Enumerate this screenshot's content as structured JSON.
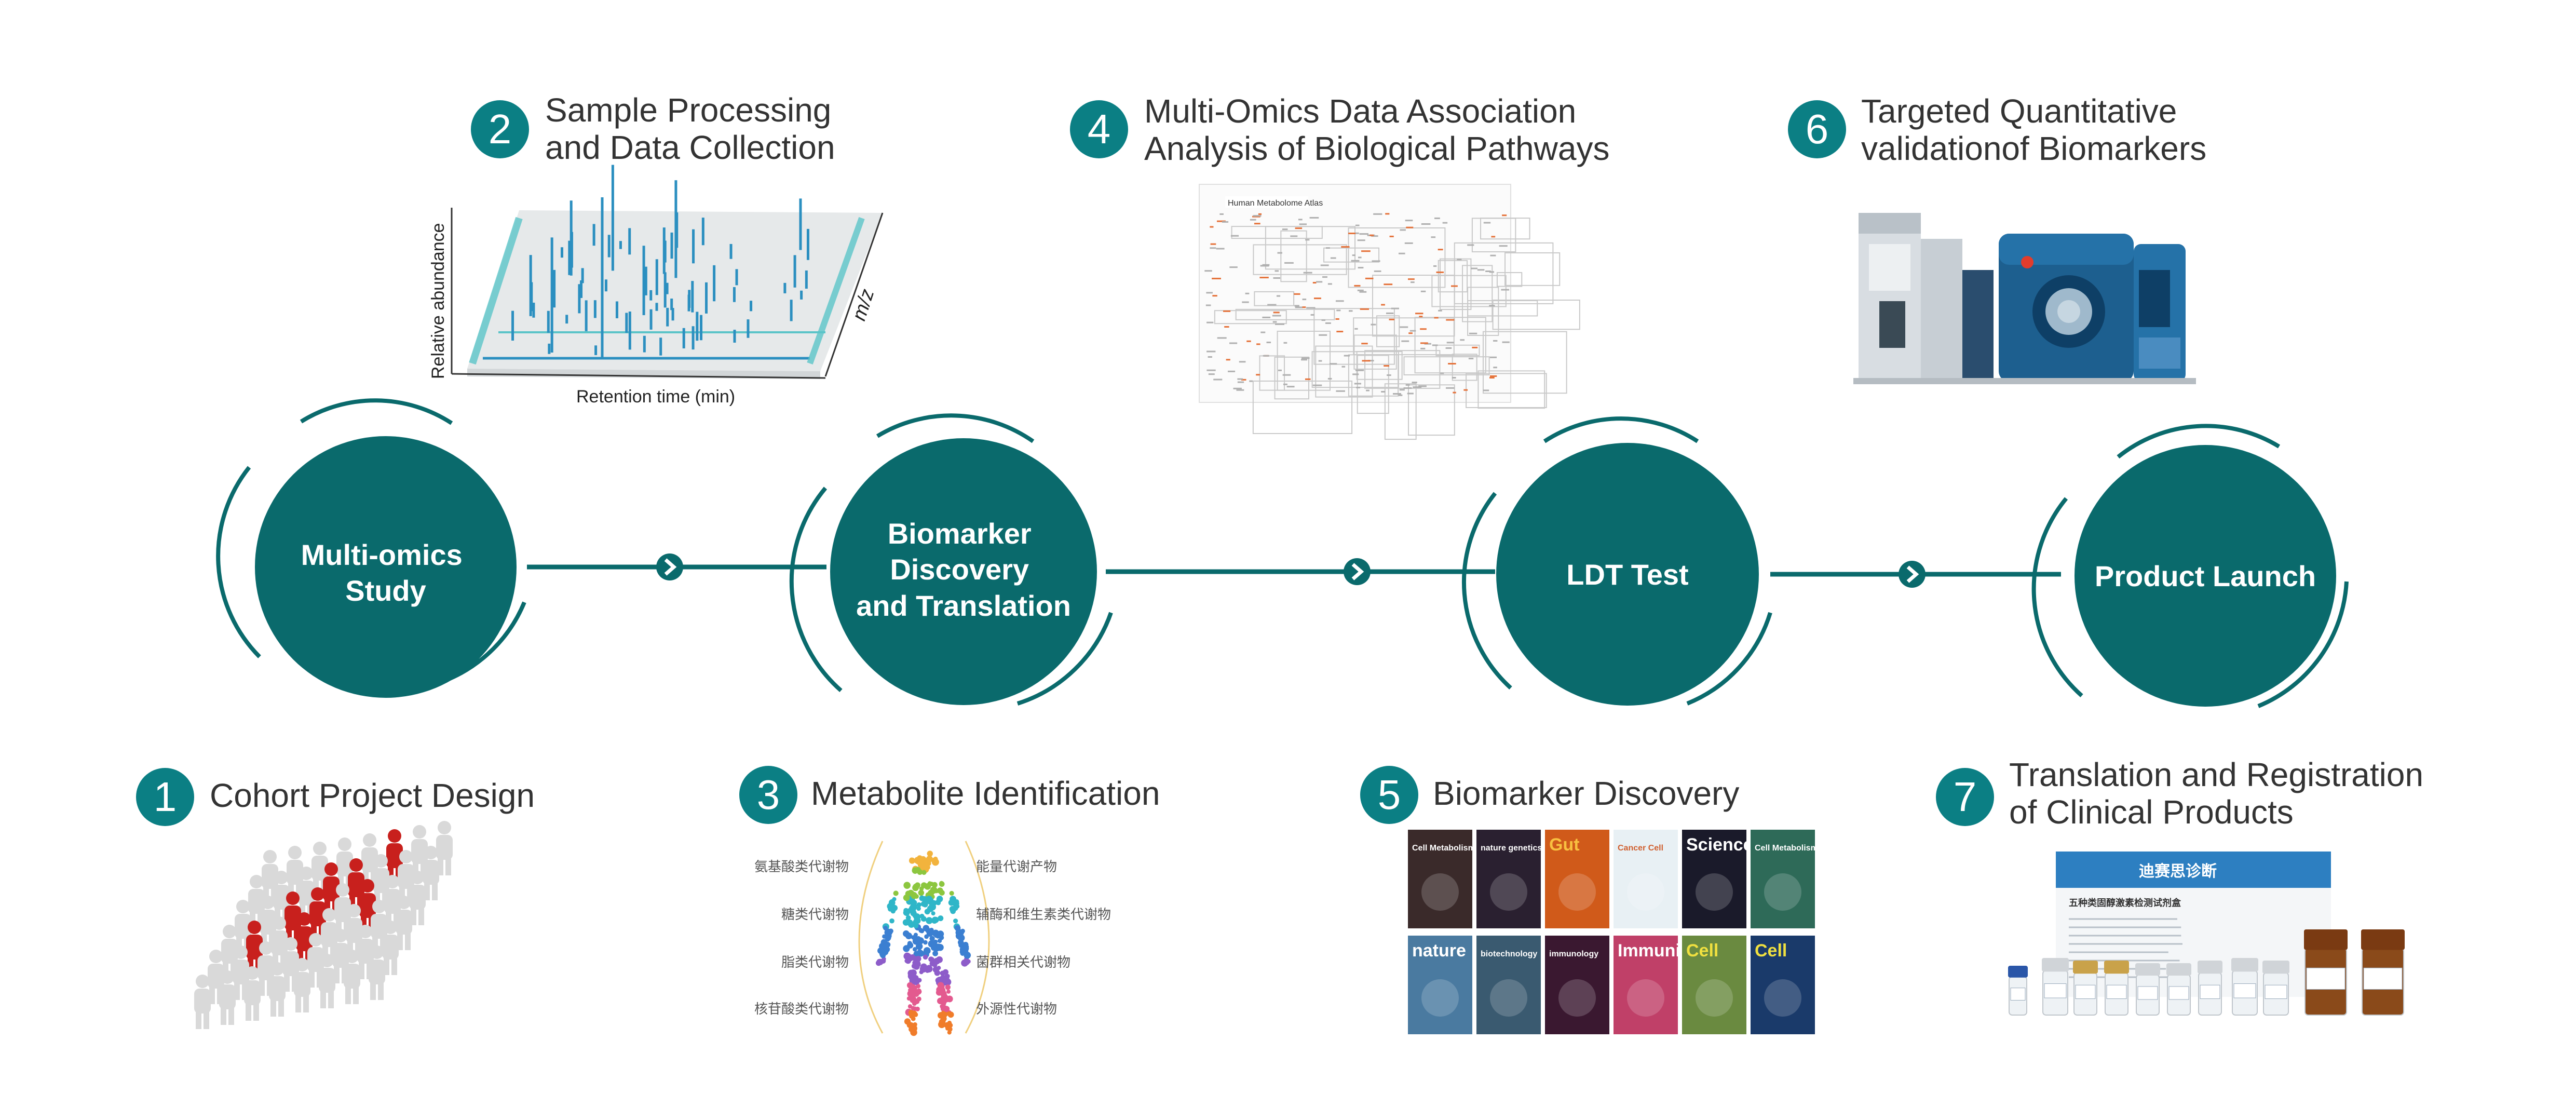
{
  "colors": {
    "teal": "#0a6a6c",
    "accent": "#0b7f84",
    "text": "#333333"
  },
  "nodes": [
    {
      "lines": [
        "Multi-omics",
        "Study"
      ]
    },
    {
      "lines": [
        "Biomarker",
        "Discovery",
        "and  Translation"
      ]
    },
    {
      "lines": [
        "LDT Test"
      ]
    },
    {
      "lines": [
        "Product Launch"
      ]
    }
  ],
  "steps": [
    {
      "num": "1",
      "lines": [
        "Cohort Project Design"
      ]
    },
    {
      "num": "2",
      "lines": [
        "Sample Processing",
        "and Data Collection"
      ]
    },
    {
      "num": "3",
      "lines": [
        "Metabolite Identification"
      ]
    },
    {
      "num": "4",
      "lines": [
        "Multi-Omics Data Association",
        "Analysis of Biological Pathways"
      ]
    },
    {
      "num": "5",
      "lines": [
        "Biomarker Discovery"
      ]
    },
    {
      "num": "6",
      "lines": [
        "Targeted Quantitative",
        "validationof Biomarkers"
      ]
    },
    {
      "num": "7",
      "lines": [
        "Translation and Registration",
        "of Clinical Products"
      ]
    }
  ],
  "ms_chart": {
    "xlabel": "Retention time (min)",
    "ylabel": "Relative abundance",
    "zlabel": "m/z"
  },
  "metabolites": {
    "left": [
      "氨基酸类代谢物",
      "糖类代谢物",
      "脂类代谢物",
      "核苷酸类代谢物"
    ],
    "right": [
      "能量代谢产物",
      "辅酶和维生素类代谢物",
      "菌群相关代谢物",
      "外源性代谢物"
    ]
  },
  "pathway_map": {
    "title": "Human Metabolome Atlas"
  },
  "journals": [
    "Cell Metabolism",
    "nature genetics",
    "Gut",
    "Cancer Cell",
    "Science",
    "Cell Metabolism",
    "nature",
    "biotechnology",
    "immunology",
    "Immunity",
    "Cell",
    "Cell"
  ],
  "product_box": {
    "brand": "迪赛思诊断",
    "kit_name": "五种类固醇激素检测试剂盒"
  }
}
